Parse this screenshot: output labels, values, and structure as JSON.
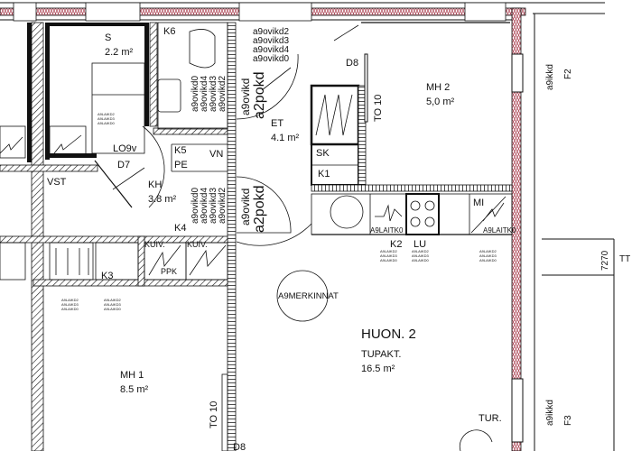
{
  "colors": {
    "exterior_wall": "#b04a5a",
    "line": "#111111",
    "background": "#ffffff"
  },
  "rooms": {
    "s": {
      "name": "S",
      "area": "2.2 m²"
    },
    "lo": {
      "name": "LO9v",
      "door": "D7"
    },
    "k5": "K5",
    "pe": "PE",
    "vn": "VN",
    "k6": "K6",
    "kh": {
      "name": "KH",
      "area": "3.8 m²"
    },
    "k4": "K4",
    "et": {
      "name": "ET",
      "area": "4.1 m²"
    },
    "mh2": {
      "name": "MH 2",
      "area": "5,0 m²"
    },
    "d8_top": "D8",
    "to10_top": "TO 10",
    "sk": "SK",
    "k1": "K1",
    "mi": "MI",
    "laitk1": "A9LAITK0",
    "laitk2": "A9LAITK0",
    "k2": "K2",
    "lu": "LU",
    "kuiv1": "KUIV.",
    "kuiv2": "KUIV.",
    "ppk": "PPK",
    "k3": "K3",
    "vst": "VST",
    "mh1": {
      "name": "MH 1",
      "area": "8.5 m²"
    },
    "to10_bottom": "TO 10",
    "d8_bottom": "D8",
    "huon": {
      "name": "HUON. 2",
      "type": "TUPAKT.",
      "area": "16.5 m²"
    },
    "tur": "TUR.",
    "merkinnat": "A9MERKINNAT"
  },
  "door_tags": {
    "stack1": [
      "a9ovikd2",
      "a9ovikd3",
      "a9ovikd4",
      "a9ovikd0"
    ],
    "stack2": [
      "a9ovikd0",
      "a9ovikd4",
      "a9ovikd3",
      "a9ovikd2"
    ],
    "stack3": [
      "a9ovikd0",
      "a9ovikd4",
      "a9ovikd3",
      "a9ovikd2"
    ],
    "door1": [
      "a9ovikd",
      "a2pokd"
    ],
    "door2": [
      "a9ovikd",
      "a2pokd"
    ]
  },
  "windows": {
    "f2": [
      "a9ikkd",
      "F2"
    ],
    "f3": [
      "a9ikkd",
      "F3"
    ]
  },
  "dimension": {
    "value": "7270",
    "tag": "TT"
  },
  "small_tags": [
    "A9LAIKD2",
    "A9LAIKD3",
    "A9LAIKD0"
  ]
}
